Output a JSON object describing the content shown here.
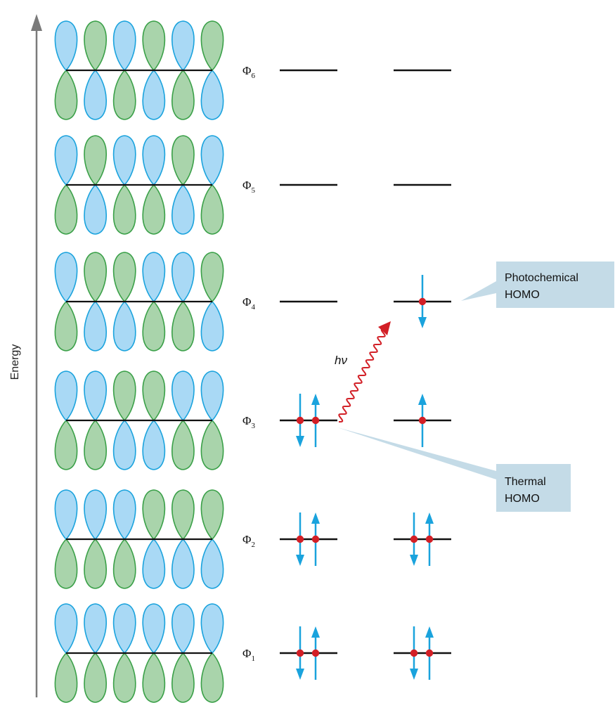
{
  "axis": {
    "label": "Energy"
  },
  "colors": {
    "blue_lobe": "#a9d9f5",
    "blue_stroke": "#1aa3dd",
    "green_lobe": "#a9d4ab",
    "green_stroke": "#3aa048",
    "level_line": "#111111",
    "electron_dot": "#d21f26",
    "spin_arrow": "#1aa3dd",
    "photon": "#d21f26",
    "callout_bg": "#c4dbe7"
  },
  "orbitals": [
    {
      "symbol": "Φ",
      "index": "6",
      "top_phases": [
        "blue",
        "green",
        "blue",
        "green",
        "blue",
        "green"
      ],
      "thermal_electrons": 0,
      "photochemical_electrons": 0
    },
    {
      "symbol": "Φ",
      "index": "5",
      "top_phases": [
        "blue",
        "green",
        "blue",
        "blue",
        "green",
        "blue"
      ],
      "thermal_electrons": 0,
      "photochemical_electrons": 0
    },
    {
      "symbol": "Φ",
      "index": "4",
      "top_phases": [
        "blue",
        "green",
        "green",
        "blue",
        "blue",
        "green"
      ],
      "thermal_electrons": 0,
      "photochemical_electrons": 1
    },
    {
      "symbol": "Φ",
      "index": "3",
      "top_phases": [
        "blue",
        "blue",
        "green",
        "green",
        "blue",
        "blue"
      ],
      "thermal_electrons": 2,
      "photochemical_electrons": 1
    },
    {
      "symbol": "Φ",
      "index": "2",
      "top_phases": [
        "blue",
        "blue",
        "blue",
        "green",
        "green",
        "green"
      ],
      "thermal_electrons": 2,
      "photochemical_electrons": 2
    },
    {
      "symbol": "Φ",
      "index": "1",
      "top_phases": [
        "blue",
        "blue",
        "blue",
        "blue",
        "blue",
        "blue"
      ],
      "thermal_electrons": 2,
      "photochemical_electrons": 2
    }
  ],
  "excitation": {
    "label": "hν"
  },
  "callouts": {
    "photochemical": [
      "Photochemical",
      "HOMO"
    ],
    "thermal": [
      "Thermal",
      "HOMO"
    ]
  }
}
